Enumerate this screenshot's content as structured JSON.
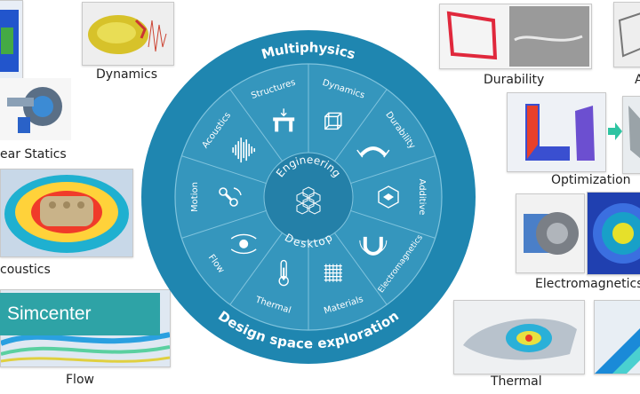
{
  "wheel": {
    "outer_top": "Multiphysics",
    "outer_bottom": "Design space exploration",
    "center_line1": "Engineering",
    "center_line2": "Desktop",
    "segments": [
      {
        "label": "Dynamics",
        "icon": "cube-wireframe-icon"
      },
      {
        "label": "Durability",
        "icon": "bend-arc-icon"
      },
      {
        "label": "Additive",
        "icon": "layered-cube-icon"
      },
      {
        "label": "Electromagnetics",
        "icon": "magnet-icon"
      },
      {
        "label": "Materials",
        "icon": "mesh-grid-icon"
      },
      {
        "label": "Thermal",
        "icon": "thermometer-icon"
      },
      {
        "label": "Flow",
        "icon": "flow-lines-icon"
      },
      {
        "label": "Motion",
        "icon": "linkage-icon"
      },
      {
        "label": "Acoustics",
        "icon": "sound-wave-icon"
      },
      {
        "label": "Structures",
        "icon": "load-frame-icon"
      }
    ],
    "colors": {
      "outer": "#1f86b0",
      "inner": "#3596bd",
      "center": "#2480a8",
      "divider": "#7fc3dd"
    }
  },
  "tiles": {
    "dynamics": "Dynamics",
    "statics": "ear Statics",
    "acoustics": "coustics",
    "flow": "Flow",
    "durability": "Durability",
    "optimization": "Optimization",
    "electromagnetics": "Electromagnetics",
    "thermal": "Thermal",
    "clipped_right": "A"
  },
  "badge": {
    "label": "Simcenter",
    "color": "#2ea3a6"
  }
}
